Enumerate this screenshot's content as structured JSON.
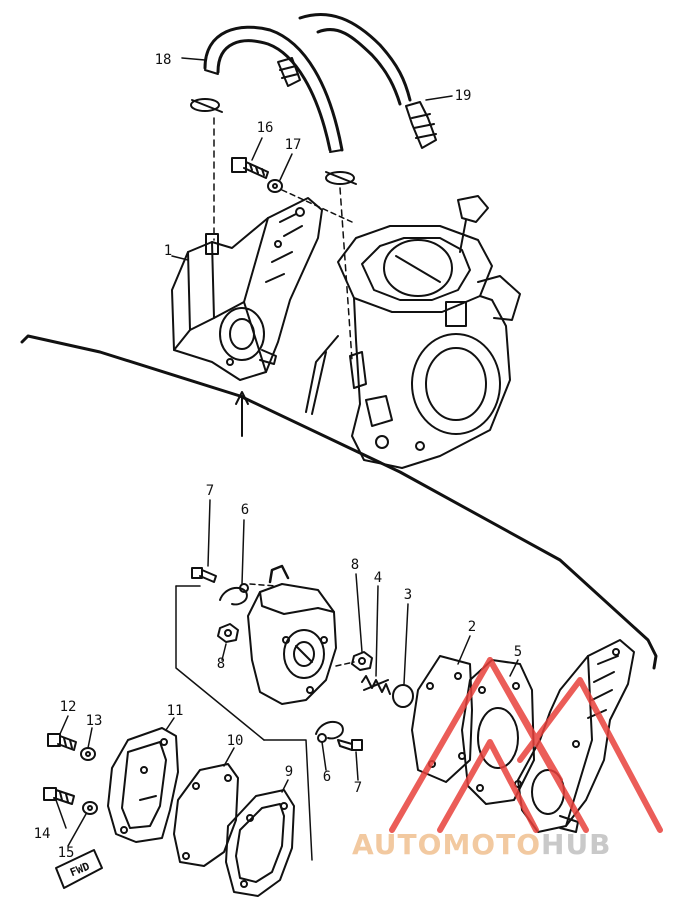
{
  "diagram": {
    "labels": [
      {
        "text": "18",
        "part": "hose-18"
      },
      {
        "text": "19",
        "part": "hose-19"
      },
      {
        "text": "16",
        "part": "screw-16"
      },
      {
        "text": "17",
        "part": "washer-17"
      },
      {
        "text": "1",
        "part": "fuel-pump-assembly"
      },
      {
        "text": "7",
        "part": "screw-7-upper"
      },
      {
        "text": "6",
        "part": "clip-6-upper"
      },
      {
        "text": "8",
        "part": "nut-8-right"
      },
      {
        "text": "4",
        "part": "spring-4"
      },
      {
        "text": "3",
        "part": "valve-3"
      },
      {
        "text": "2",
        "part": "gasket-2"
      },
      {
        "text": "5",
        "part": "diaphragm-5"
      },
      {
        "text": "8",
        "part": "nut-8-left"
      },
      {
        "text": "12",
        "part": "screw-12"
      },
      {
        "text": "13",
        "part": "washer-13"
      },
      {
        "text": "11",
        "part": "cover-11"
      },
      {
        "text": "10",
        "part": "diaphragm-10"
      },
      {
        "text": "9",
        "part": "gasket-9"
      },
      {
        "text": "6",
        "part": "clip-6-lower"
      },
      {
        "text": "7",
        "part": "screw-7-lower"
      },
      {
        "text": "14",
        "part": "screw-14"
      },
      {
        "text": "15",
        "part": "washer-15"
      }
    ],
    "fwd_mark": "FWD"
  },
  "watermark": {
    "part1": "AUTOMOTO",
    "part2": "HUB",
    "color_primary": "#f2c9a0",
    "color_secondary": "#c9c9c9",
    "logo_color": "#e8413c"
  }
}
